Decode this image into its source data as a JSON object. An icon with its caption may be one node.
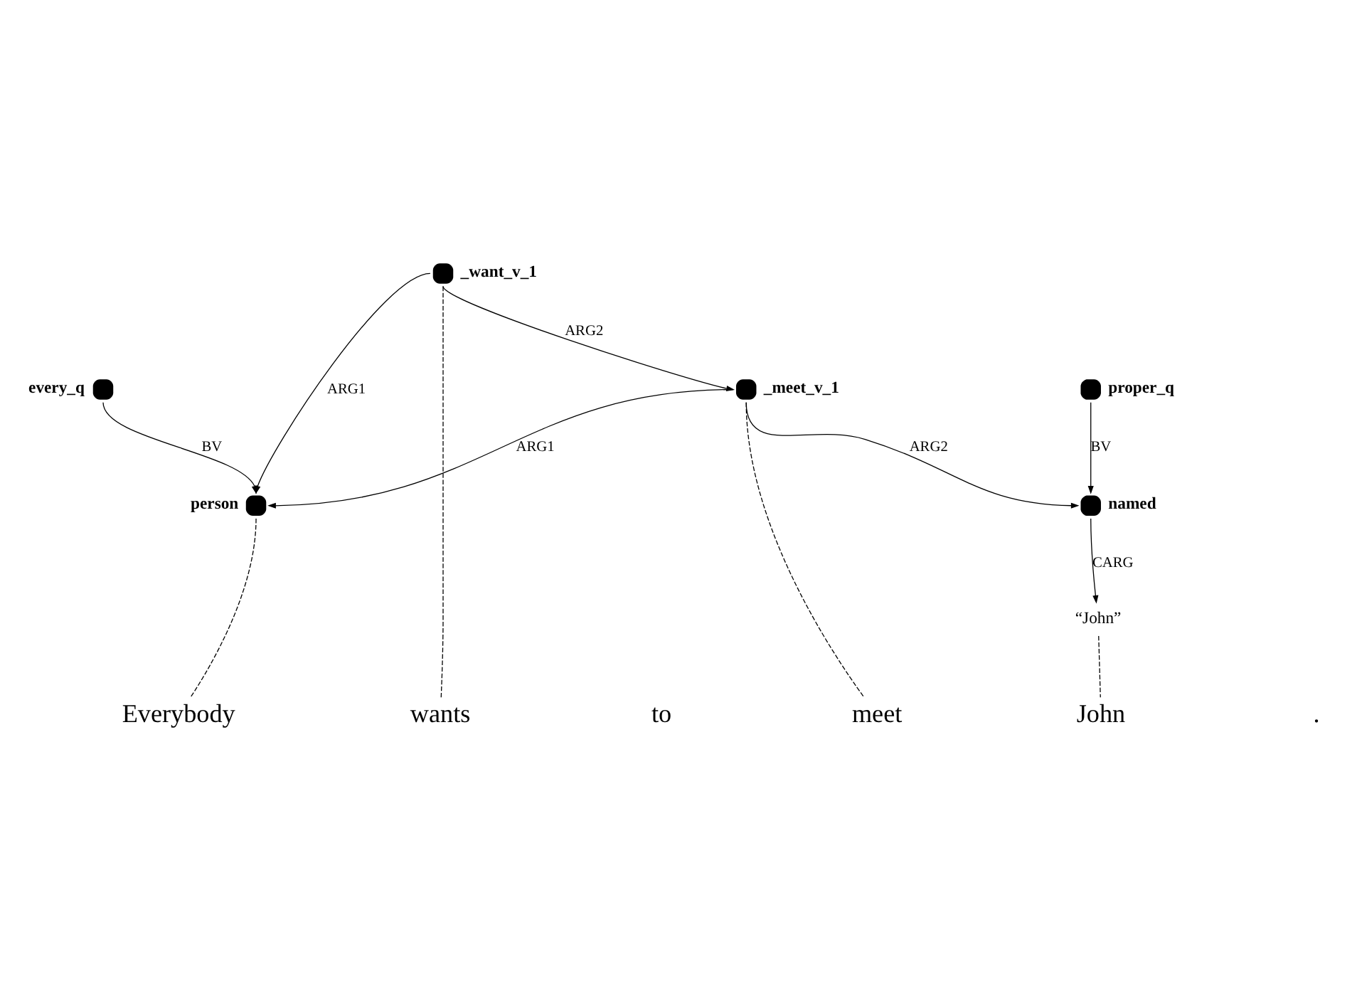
{
  "diagram": {
    "nodes": [
      {
        "text": [
          "_want_v_1"
        ]
      },
      {
        "text": [
          "_meet_v_1"
        ]
      },
      {
        "text": [
          "every_q"
        ]
      },
      {
        "text": [
          "proper_q"
        ]
      },
      {
        "text": [
          "person"
        ]
      },
      {
        "text": [
          "named"
        ]
      },
      {
        "text": [
          "“John”"
        ]
      },
      {
        "text": [
          "Everybody"
        ]
      },
      {
        "text": [
          "wants"
        ]
      },
      {
        "text": [
          "meet"
        ]
      },
      {
        "text": [
          "John"
        ]
      }
    ],
    "edges": [
      {
        "from": 0,
        "to": 4,
        "arrow": "to",
        "label": "ARG1"
      },
      {
        "from": 0,
        "to": 1,
        "arrow": "to",
        "label": "ARG2"
      },
      {
        "from": 1,
        "to": 4,
        "arrow": "to",
        "label": "ARG1"
      },
      {
        "from": 1,
        "to": 5,
        "arrow": "to",
        "label": "ARG2"
      },
      {
        "from": 2,
        "to": 4,
        "arrow": "to",
        "label": "BV"
      },
      {
        "from": 3,
        "to": 5,
        "arrow": "to",
        "label": "BV"
      },
      {
        "from": 5,
        "to": 6,
        "arrow": "to",
        "label": "CARG"
      },
      {
        "from": 4,
        "to": 7,
        "arrow": "none",
        "style": "dashed"
      },
      {
        "from": 0,
        "to": 8,
        "arrow": "none",
        "style": "dashed"
      },
      {
        "from": 1,
        "to": 9,
        "arrow": "none",
        "style": "dashed"
      },
      {
        "from": 6,
        "to": 10,
        "arrow": "none",
        "style": "dashed"
      }
    ],
    "labels": [
      "to",
      "."
    ]
  }
}
